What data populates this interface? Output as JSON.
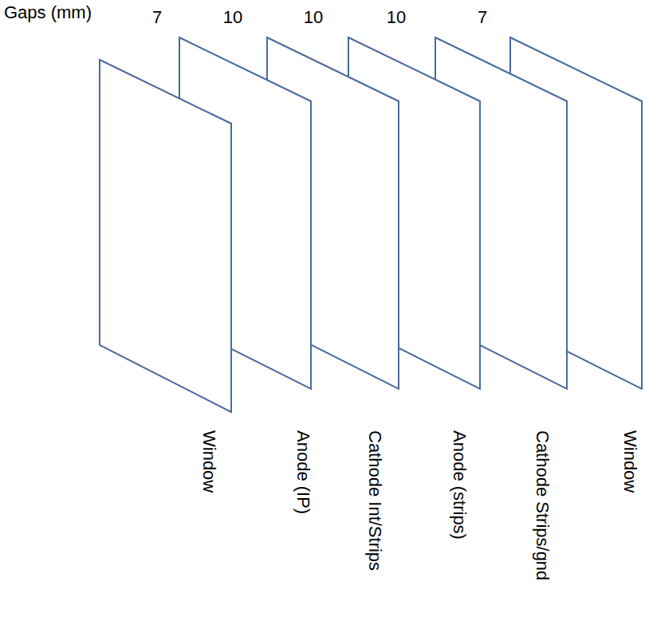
{
  "diagram": {
    "labels": [
      "Gaps (mm)",
      "7",
      "10",
      "10",
      "10",
      "7",
      "Window",
      "Anode (IP)",
      "Cathode Int/Strips",
      "Anode (strips)",
      "Cathode Strips/gnd",
      "Window"
    ]
  }
}
